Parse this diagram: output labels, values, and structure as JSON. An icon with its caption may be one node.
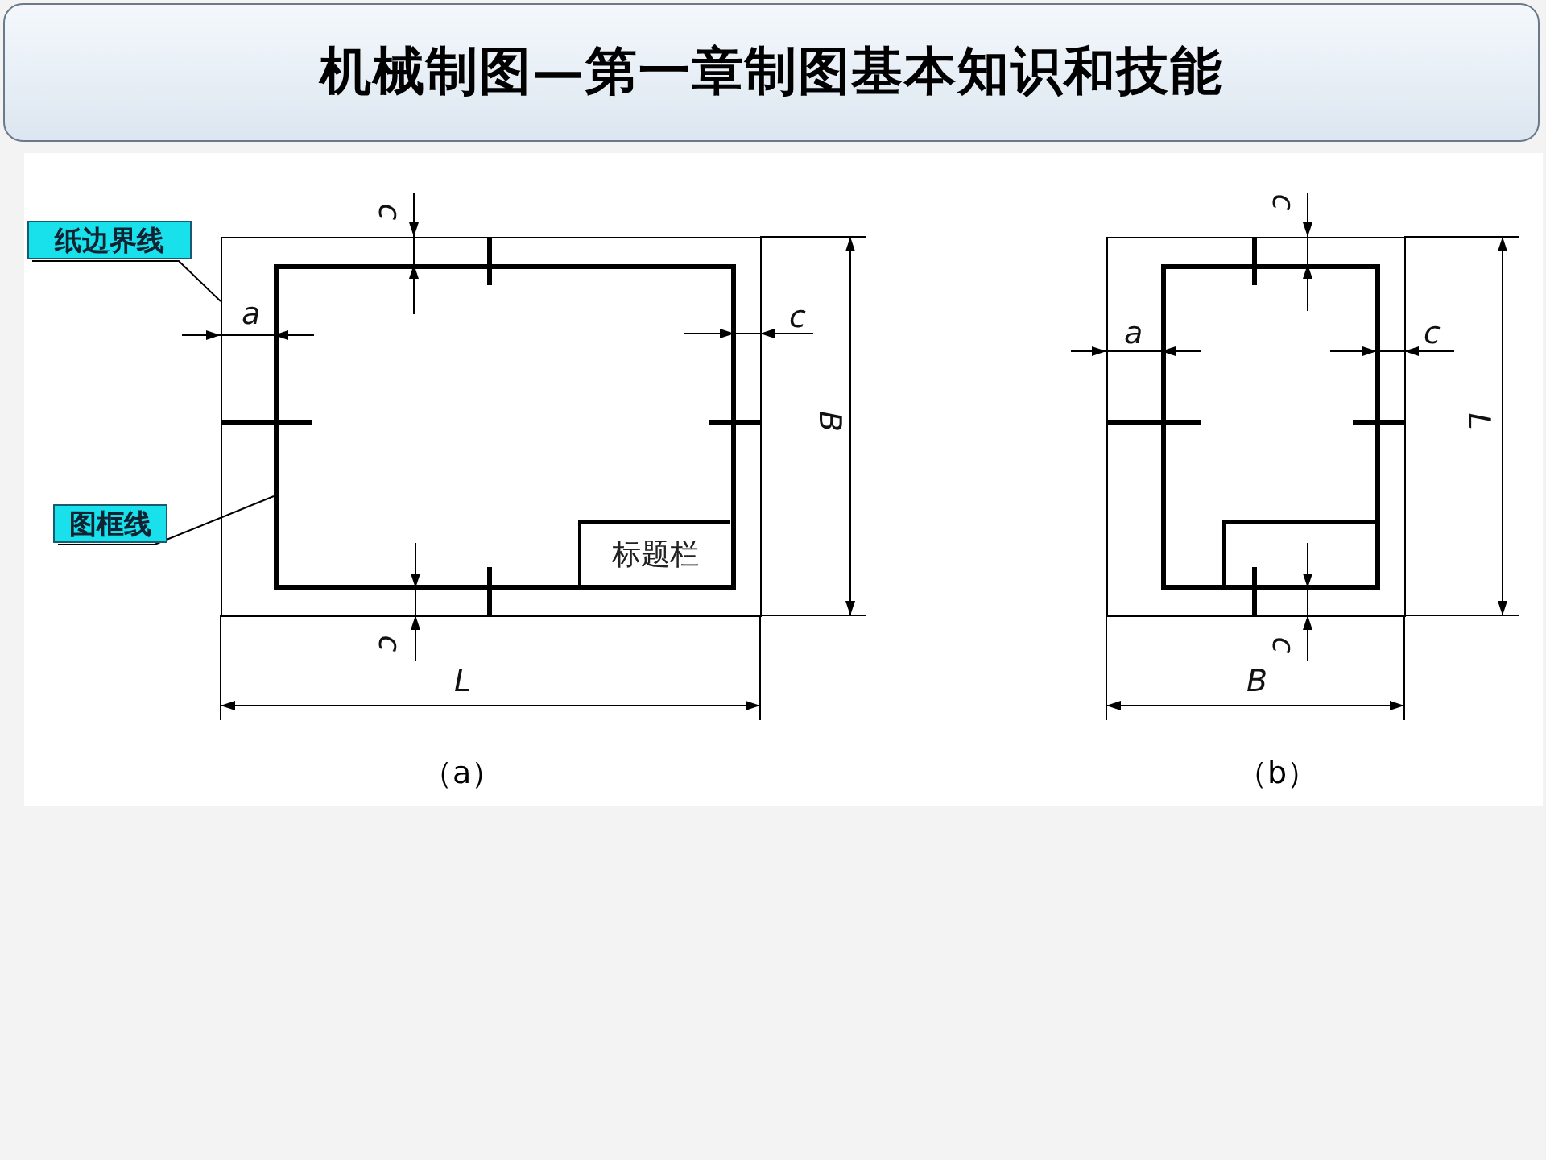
{
  "diagram": {
    "title": "机械制图—第一章制图基本知识和技能",
    "nodes": [
      {
        "text": [
          "纸边界线"
        ]
      },
      {
        "text": [
          "图框线"
        ]
      },
      {
        "text": [],
        "shape": "box"
      },
      {
        "text": [],
        "shape": "box",
        "in": 2
      },
      {
        "text": [
          "标题栏"
        ],
        "in": 3
      },
      {
        "text": [],
        "shape": "box"
      },
      {
        "text": [],
        "shape": "box",
        "in": 5
      },
      {
        "text": [],
        "shape": "box",
        "in": 6
      }
    ],
    "edges": [
      {
        "from": 0,
        "to": 2,
        "arrow": "none"
      },
      {
        "from": 1,
        "to": 3,
        "arrow": "none"
      }
    ],
    "labels": [
      "c",
      "a",
      "c",
      "B",
      "c",
      "L",
      "（a）",
      "c",
      "a",
      "c",
      "L",
      "c",
      "B",
      "（b）"
    ]
  }
}
